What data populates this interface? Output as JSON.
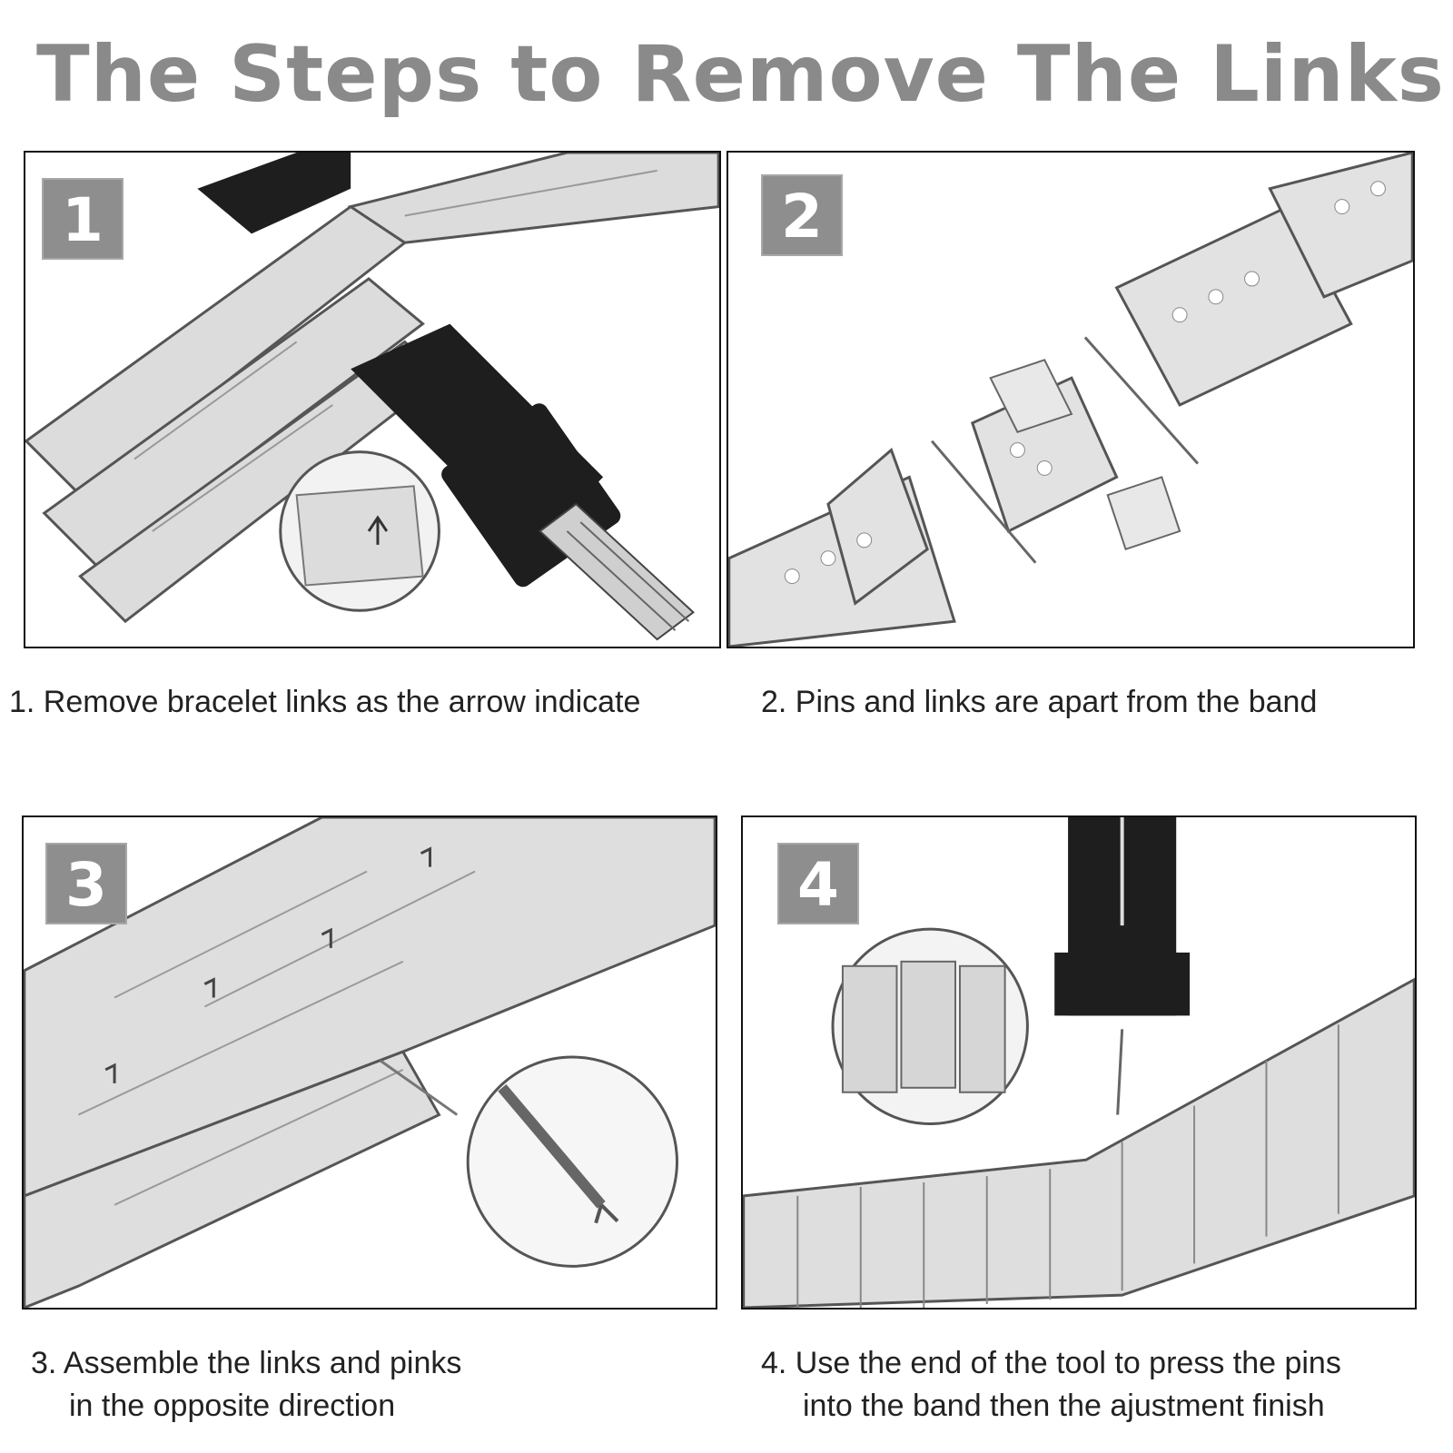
{
  "title": "The Steps to Remove The Links",
  "steps": [
    {
      "number": "1",
      "caption": [
        "1. Remove bracelet links as the arrow indicate"
      ]
    },
    {
      "number": "2",
      "caption": [
        "2. Pins and links are apart from the band"
      ]
    },
    {
      "number": "3",
      "caption": [
        "3. Assemble the links and pinks",
        "in the opposite direction"
      ]
    },
    {
      "number": "4",
      "caption": [
        "4. Use the end of the tool to press the pins",
        "into the band then the ajustment finish"
      ]
    }
  ],
  "colors": {
    "title": "#8a8a8a",
    "badge": "#8e8e8e",
    "metal": "#d9d9d9",
    "tool": "#1e1e1e"
  }
}
